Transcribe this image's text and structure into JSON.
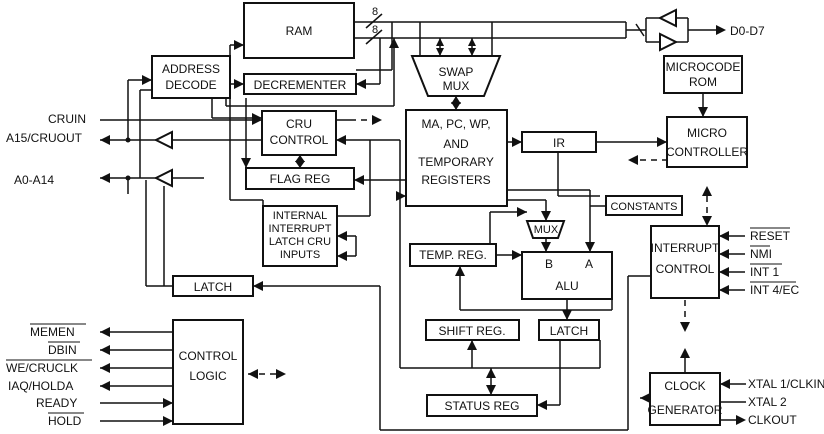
{
  "blocks": {
    "ram": "RAM",
    "address_decode": [
      "ADDRESS",
      "DECODE"
    ],
    "decrementer": "DECREMENTER",
    "swap_mux": [
      "SWAP",
      "MUX"
    ],
    "microcode_rom": [
      "MICROCODE",
      "ROM"
    ],
    "cru_control": [
      "CRU",
      "CONTROL"
    ],
    "registers": [
      "MA, PC, WP,",
      "AND",
      "TEMPORARY",
      "REGISTERS"
    ],
    "ir": "IR",
    "micro_controller": [
      "MICRO",
      "CONTROLLER"
    ],
    "flag_reg": "FLAG REG",
    "constants": "CONSTANTS",
    "interrupt_latch": [
      "INTERNAL",
      "INTERRUPT",
      "LATCH CRU",
      "INPUTS"
    ],
    "mux": "MUX",
    "temp_reg": "TEMP. REG.",
    "alu": "ALU",
    "alu_input_a": "A",
    "alu_input_b": "B",
    "interrupt_control": [
      "INTERRUPT",
      "CONTROL"
    ],
    "latch_left": "LATCH",
    "shift_reg": "SHIFT REG.",
    "latch_alu": "LATCH",
    "control_logic": [
      "CONTROL",
      "LOGIC"
    ],
    "status_reg": "STATUS  REG",
    "clock_generator": [
      "CLOCK",
      "GENERATOR"
    ]
  },
  "bus_widths": {
    "upper": "8",
    "lower": "8"
  },
  "signals": {
    "data_bus": "D0-D7",
    "cruin": "CRUIN",
    "a15_cruout": "A15/CRUOUT",
    "address": "A0-A14",
    "reset": "RESET",
    "nmi": "NMI",
    "int1": "INT 1",
    "int4_ec": "INT 4/EC",
    "memen": "MEMEN",
    "dbin": "DBIN",
    "we_cruclk": "WE/CRUCLK",
    "iaq_holda": "IAQ/HOLDA",
    "ready": "READY",
    "hold": "HOLD",
    "xtal1_clkin": "XTAL 1/CLKIN",
    "xtal2": "XTAL 2",
    "clkout": "CLKOUT"
  }
}
